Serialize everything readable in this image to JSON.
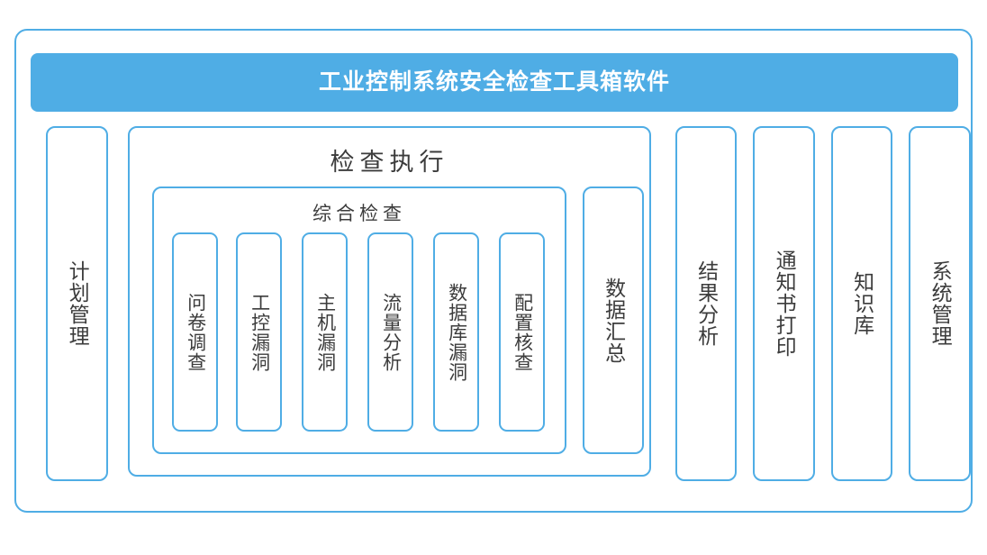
{
  "app": {
    "title": "工业控制系统安全检查工具箱软件",
    "accent_color": "#4FADE5",
    "title_text_color": "#FFFFFF",
    "body_text_color": "#3C3C3C",
    "background_color": "#FFFFFF"
  },
  "columns": {
    "plan": {
      "label": "计划管理"
    },
    "execution": {
      "title": "检查执行",
      "comprehensive": {
        "title": "综合检查",
        "items": [
          {
            "label": "问卷调查"
          },
          {
            "label": "工控漏洞"
          },
          {
            "label": "主机漏洞"
          },
          {
            "label": "流量分析"
          },
          {
            "label": "数据库漏洞"
          },
          {
            "label": "配置核查"
          }
        ]
      },
      "data_summary": {
        "label": "数据汇总"
      }
    },
    "result_analysis": {
      "label": "结果分析"
    },
    "notice_print": {
      "label": "通知书打印"
    },
    "knowledge_base": {
      "label": "知识库"
    },
    "system_management": {
      "label": "系统管理"
    }
  }
}
